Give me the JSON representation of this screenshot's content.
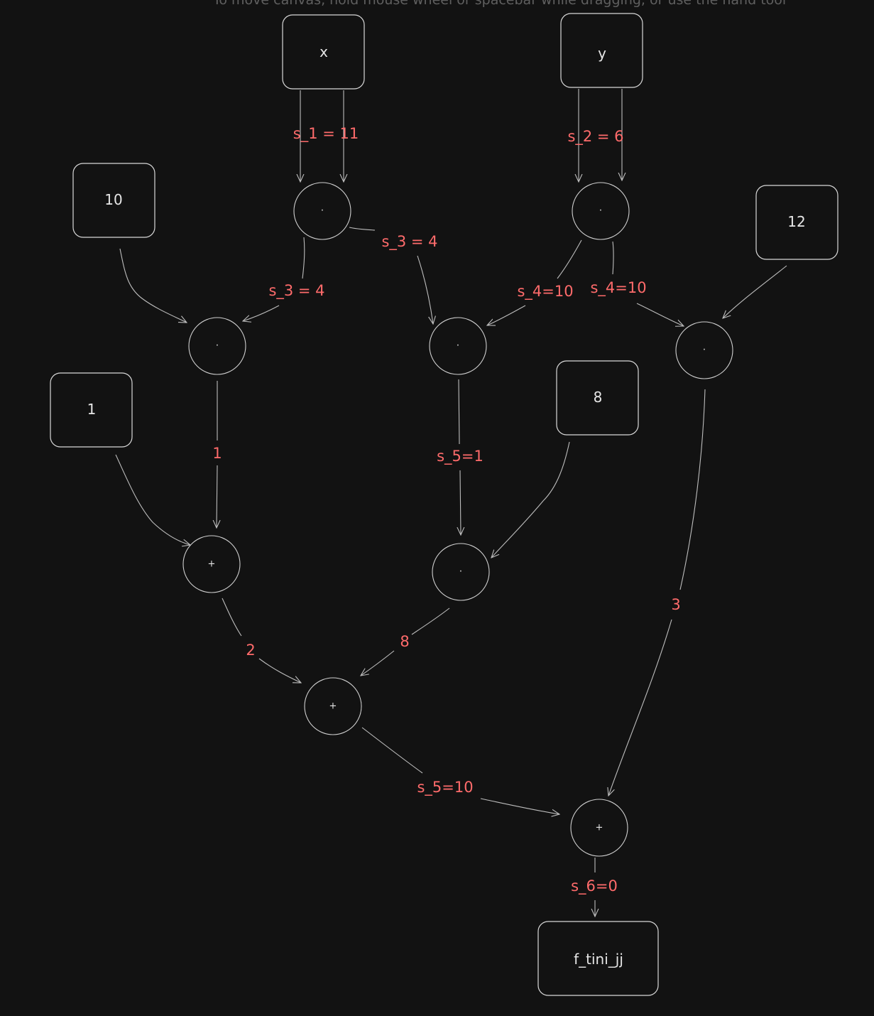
{
  "canvas": {
    "hint": "To move canvas, hold mouse wheel or spacebar while dragging, or use the hand tool",
    "background": "#121212",
    "label_color": "#ff6b6b"
  },
  "nodes": {
    "x": "x",
    "y": "y",
    "c10": "10",
    "c12": "12",
    "c1": "1",
    "c8": "8",
    "mul_x": "·",
    "mul_y": "·",
    "mul_left": "·",
    "mul_mid": "·",
    "mul_right": "·",
    "mul_8": "·",
    "plus_left": "+",
    "plus_center": "+",
    "plus_final": "+",
    "output": "f_tini_jj"
  },
  "edge_labels": {
    "s1": "s_1 = 11",
    "s2": "s_2 = 6",
    "s3_right": "s_3 = 4",
    "s3_left": "s_3 = 4",
    "s4_left": "s_4=10",
    "s4_right": "s_4=10",
    "one": "1",
    "s5_mid": "s_5=1",
    "three": "3",
    "two": "2",
    "eight": "8",
    "s5_bottom": "s_5=10",
    "s6": "s_6=0"
  }
}
